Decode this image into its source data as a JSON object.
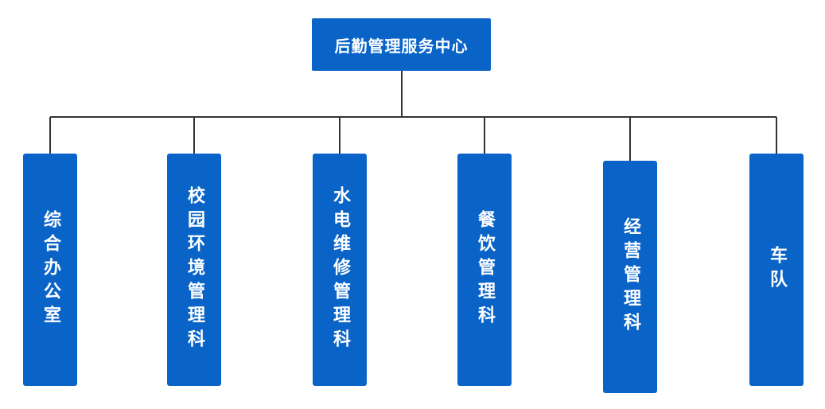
{
  "root": {
    "label": "后勤管理服务中心"
  },
  "departments": [
    {
      "label": "综合办公室"
    },
    {
      "label": "校园环境管理科"
    },
    {
      "label": "水电维修管理科"
    },
    {
      "label": "餐饮管理科"
    },
    {
      "label": "经营管理科"
    },
    {
      "label": "车队"
    }
  ],
  "colors": {
    "box": "#0a64c8",
    "text": "#ffffff",
    "connector": "#333333"
  }
}
